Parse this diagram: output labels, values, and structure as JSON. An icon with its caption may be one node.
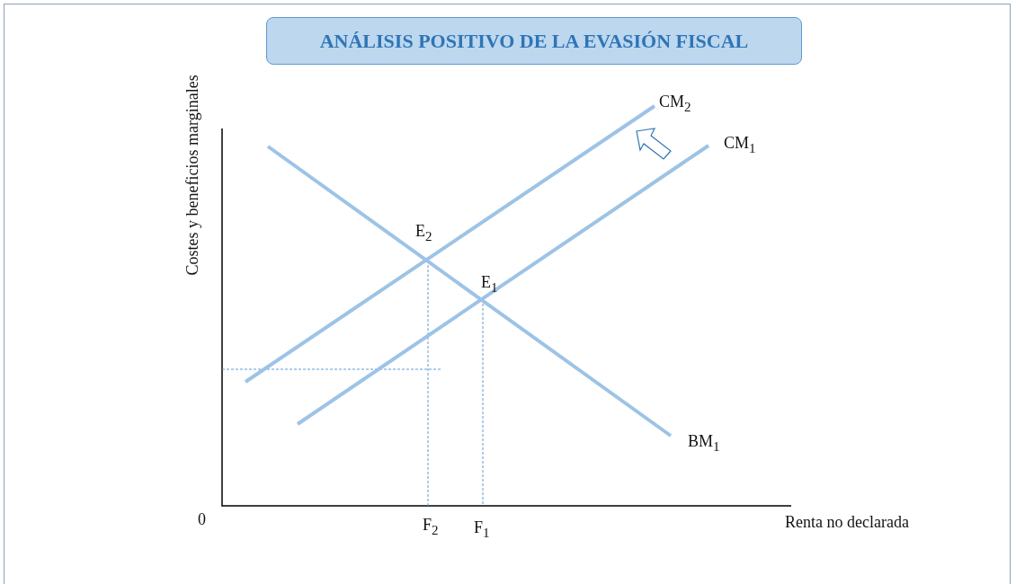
{
  "diagram": {
    "title": "ANÁLISIS POSITIVO DE LA EVASIÓN FISCAL",
    "labels": [
      "CM$_{2}$",
      "CM$_{1}$",
      "E$_{2}$",
      "E$_{1}$",
      "BM$_{1}$",
      "Costes y beneficios marginales",
      "0",
      "F$_{2}$",
      "F$_{1}$",
      "Renta no declarada"
    ]
  }
}
